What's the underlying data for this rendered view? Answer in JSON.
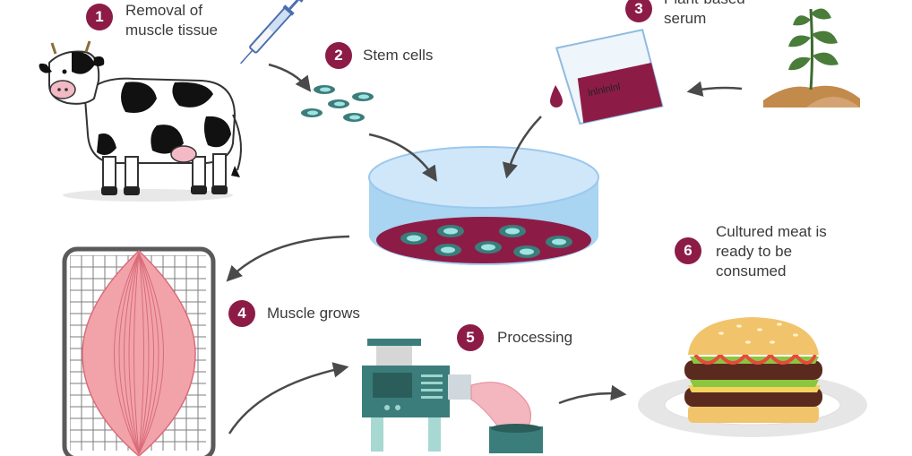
{
  "steps": [
    {
      "number": "1",
      "lines": [
        "Removal of",
        "muscle tissue"
      ]
    },
    {
      "number": "2",
      "lines": [
        "Stem cells"
      ]
    },
    {
      "number": "3",
      "lines": [
        "Plant-based",
        "serum"
      ]
    },
    {
      "number": "4",
      "lines": [
        "Muscle grows"
      ]
    },
    {
      "number": "5",
      "lines": [
        "Processing"
      ]
    },
    {
      "number": "6",
      "lines": [
        "Cultured meat is",
        "ready to be",
        "consumed"
      ]
    }
  ],
  "colors": {
    "accent": "#8c1c46",
    "teal": "#3b7d7a",
    "cell": "#9fe3e3",
    "dish": "#a9d4f2",
    "muscle": "#f2a3aa",
    "arrow": "#4a4a4a"
  }
}
